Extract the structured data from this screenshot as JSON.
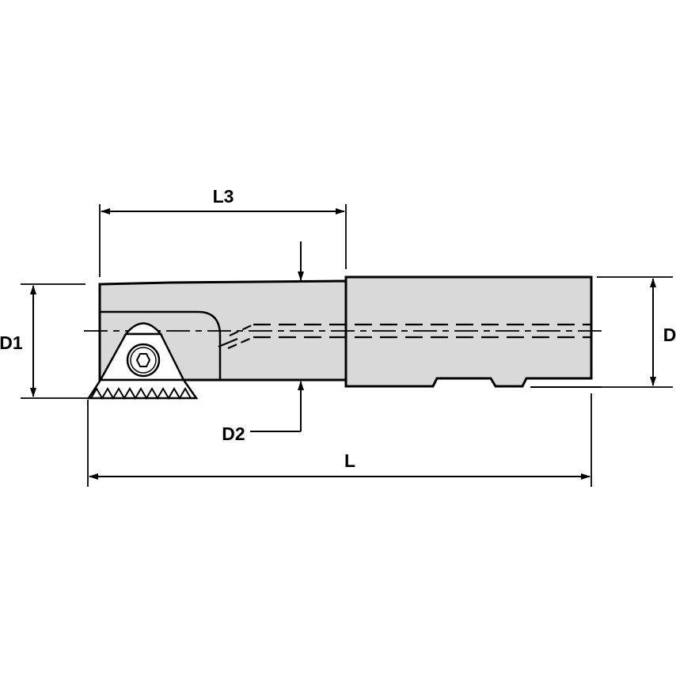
{
  "drawing": {
    "type": "technical-drawing",
    "subject": "threading boring bar with triangular insert",
    "colors": {
      "body_fill": "#d9d9d9",
      "outline": "#000000",
      "insert_fill": "#ffffff",
      "background": "#ffffff"
    },
    "dimensions": {
      "L3": {
        "label": "L3"
      },
      "D1": {
        "label": "D1"
      },
      "D": {
        "label": "D"
      },
      "D2": {
        "label": "D2"
      },
      "L": {
        "label": "L"
      }
    },
    "components": [
      {
        "name": "front-body",
        "description": "Reduced-diameter head section holding insert"
      },
      {
        "name": "shank",
        "description": "Cylindrical shank with two flats on bottom"
      },
      {
        "name": "threading-insert",
        "description": "Triangular insert with serrated thread-cutting edge"
      },
      {
        "name": "clamp-screw",
        "description": "Hex socket screw securing insert"
      },
      {
        "name": "coolant-channel",
        "description": "Internal coolant passage shown dashed"
      }
    ]
  }
}
